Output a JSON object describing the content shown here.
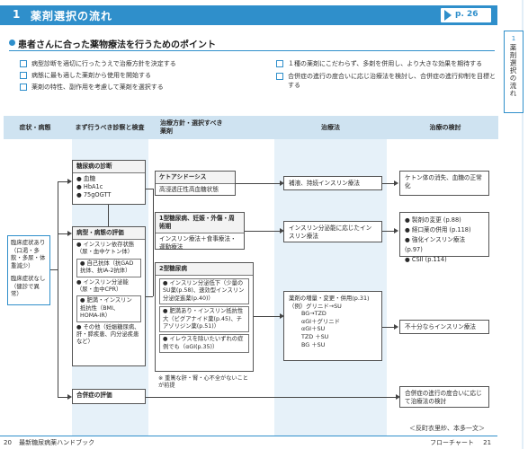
{
  "header": {
    "number": "1",
    "title": "薬剤選択の流れ",
    "page_ref": "p. 26"
  },
  "side_tab": {
    "number": "1",
    "text": "薬剤選択の流れ"
  },
  "subtitle": "患者さんに合った薬物療法を行うためのポイント",
  "checklist_left": [
    "病型診断を適切に行ったうえで治療方針を決定する",
    "病態に最も適した薬剤から使用を開始する",
    "薬剤の特性、副作用を考慮して薬剤を選択する"
  ],
  "checklist_right": [
    "１種の薬剤にこだわらず、多剤を併用し、より大きな効果を期待する",
    "合併症の進行の度合いに応じ治療法を検討し、合併症の進行抑制を目標とする"
  ],
  "columns": {
    "c1": "症状・病態",
    "c2": "まず行うべき診察と検査",
    "c3": "治療方針・選択すべき薬剤",
    "c4": "治療法",
    "c5": "治療の検討"
  },
  "symptoms": {
    "a": "臨床症状あり（口渇・多飲・多尿・体重減少）",
    "b": "臨床症状なし（健診で異常）"
  },
  "diag": {
    "title": "糖尿病の診断",
    "items": [
      "血糖",
      "HbA1c",
      "75gOGTT"
    ]
  },
  "eval": {
    "title": "病型・病態の評価",
    "items": [
      "インスリン依存状態（尿・血中ケトン体）",
      "自己抗体（抗GAD抗体、抗IA-2抗体）",
      "インスリン分泌能（尿・血中CPR）",
      "肥満・インスリン抵抗性（BMI、HOMA-IR）",
      "その他（妊娠糖尿病、肝・膵疾患、内分泌疾患など）"
    ]
  },
  "complication_eval": "合併症の評価",
  "keto": {
    "title": "ケトアシドーシス",
    "body": "高浸透圧性高血糖状態"
  },
  "type1": {
    "title": "1型糖尿病、妊娠・外傷・周術期",
    "body": "インスリン療法＋食事療法・運動療法"
  },
  "type2": {
    "title": "2型糖尿病",
    "items": [
      "インスリン分泌低下（少量のSU薬(p.58)、速効型インスリン分泌促進薬(p.40)）",
      "肥満あり・インスリン抵抗性大（ビグアナイド薬(p.45)、チアゾリジン薬(p.51)）",
      "イレウスを除いたいずれの症例でも（αGI(p.35)）"
    ],
    "note": "※ 重篤な肝・腎・心不全がないことが前提"
  },
  "treat": {
    "keto": "補液、持続インスリン療法",
    "type1": "インスリン分泌能に応じたインスリン療法",
    "type2_head": "薬剤の増量・変更・併用(p.31)",
    "type2_example": "（例）グリニド→SU",
    "type2_lines": [
      "BG→TZD",
      "αGI＋グリニド",
      "αGI＋SU",
      "TZD ＋SU",
      "BG ＋SU"
    ]
  },
  "review": {
    "keto": "ケトン体の消失、血糖の正常化",
    "type1": [
      "製剤の変更 (p.88)",
      "経口薬の併用 (p.118)",
      "強化インスリン療法 (p.97)",
      "CSII (p.114)"
    ],
    "type2": "不十分ならインスリン療法",
    "complication": "合併症の進行の度合いに応じて治療法の検討"
  },
  "credit": "＜反町衣里紗、本多一文＞",
  "footer": {
    "left_num": "20",
    "left_text": "最新糖尿病薬ハンドブック",
    "right_text": "フローチャート",
    "right_num": "21"
  },
  "colors": {
    "accent": "#2f8fcb",
    "header_band": "#cfe3f1",
    "column_shade": "#e6f1f9"
  }
}
